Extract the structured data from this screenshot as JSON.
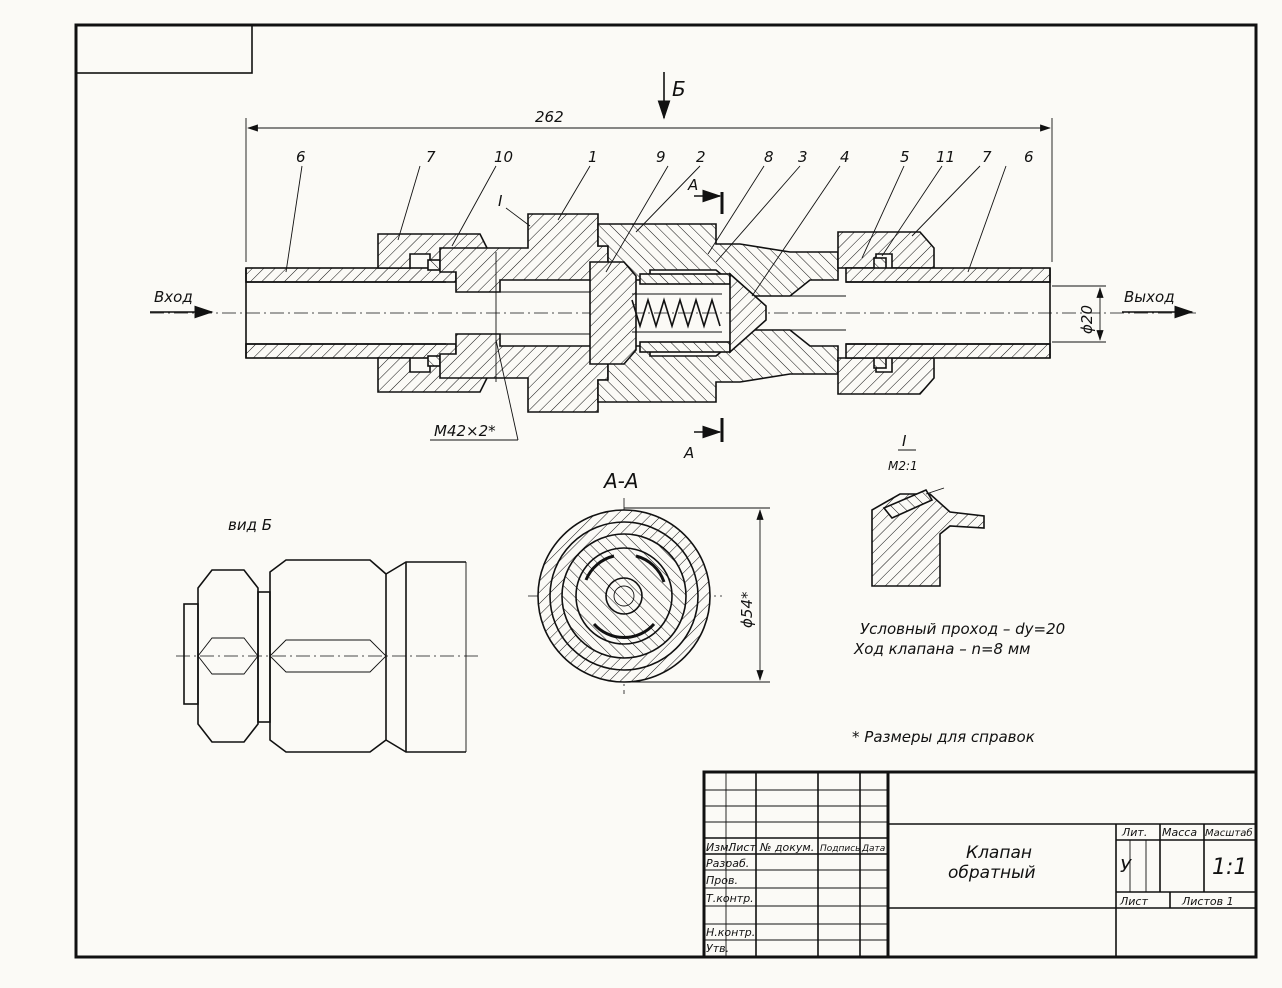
{
  "drawing": {
    "part_numbers": [
      "6",
      "7",
      "10",
      "1",
      "9",
      "2",
      "8",
      "3",
      "4",
      "5",
      "11",
      "7",
      "6"
    ],
    "view_marker": "Б",
    "overall_length": "262",
    "inlet_label": "Вход",
    "outlet_label": "Выход",
    "thread_label": "M42×2*",
    "diameter_pipe": "ϕ20",
    "section_marker": "А",
    "detail_marker": "I",
    "view_b_title": "вид Б",
    "section_title": "А-А",
    "diameter_body": "ϕ54*",
    "detail_title": "I",
    "detail_scale": "М2:1",
    "note_line1": "Условный проход – dу=20",
    "note_line2": "Ход клапана – n=8 мм",
    "reference_note": "* Размеры для справок"
  },
  "title_block": {
    "col_headers": [
      "Изм.",
      "Лист",
      "№ докум.",
      "Подпись",
      "Дата"
    ],
    "rows": [
      "Разраб.",
      "Пров.",
      "Т.контр.",
      "Н.контр.",
      "Утв."
    ],
    "title_line1": "Клапан",
    "title_line2": "обратный",
    "lit_header": "Лит.",
    "mass_header": "Масса",
    "scale_header": "Масштаб",
    "lit_value": "У",
    "scale_value": "1:1",
    "sheet_label": "Лист",
    "sheets_label": "Листов 1"
  }
}
